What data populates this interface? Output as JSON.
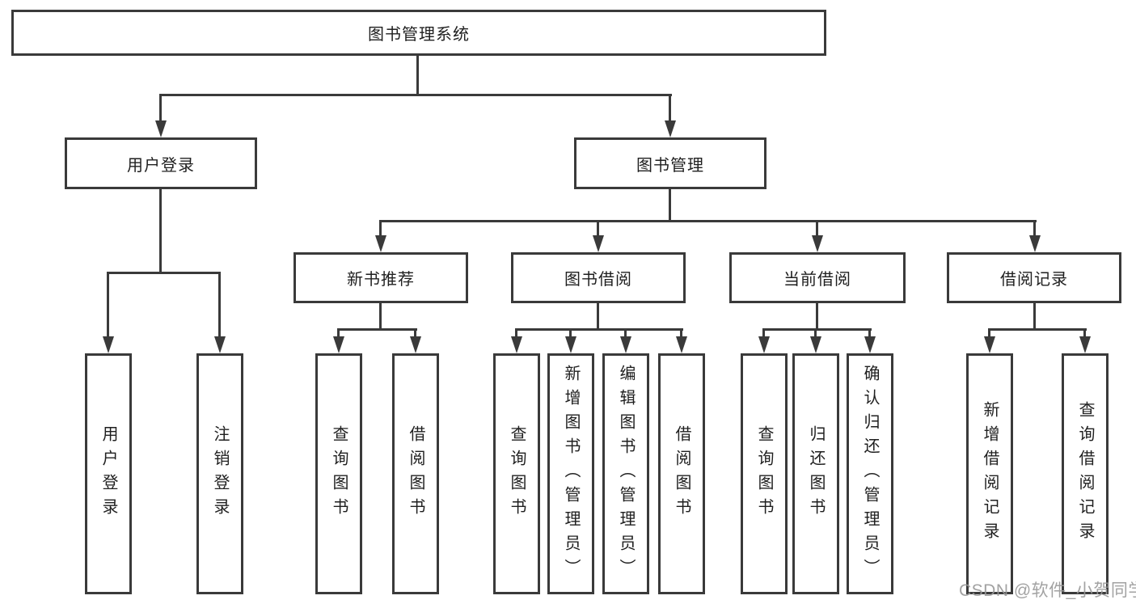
{
  "diagram": {
    "root": "图书管理系统",
    "user_login": {
      "label": "用户登录",
      "children": [
        "用户登录",
        "注销登录"
      ]
    },
    "book_mgmt": {
      "label": "图书管理"
    },
    "new_books": {
      "label": "新书推荐",
      "children": [
        "查询图书",
        "借阅图书"
      ]
    },
    "book_borrow": {
      "label": "图书借阅",
      "children": [
        "查询图书",
        "新增图书（管理员）",
        "编辑图书（管理员）",
        "借阅图书"
      ]
    },
    "current_borrow": {
      "label": "当前借阅",
      "children": [
        "查询图书",
        "归还图书",
        "确认归还（管理员）"
      ]
    },
    "borrow_records": {
      "label": "借阅记录",
      "children": [
        "新增借阅记录",
        "查询借阅记录"
      ]
    }
  },
  "watermark": "CSDN @软件_小贺同学",
  "colors": {
    "line": "#3a3a3a",
    "text": "#1f1f1f",
    "background": "#ffffff",
    "watermark": "#989898"
  }
}
